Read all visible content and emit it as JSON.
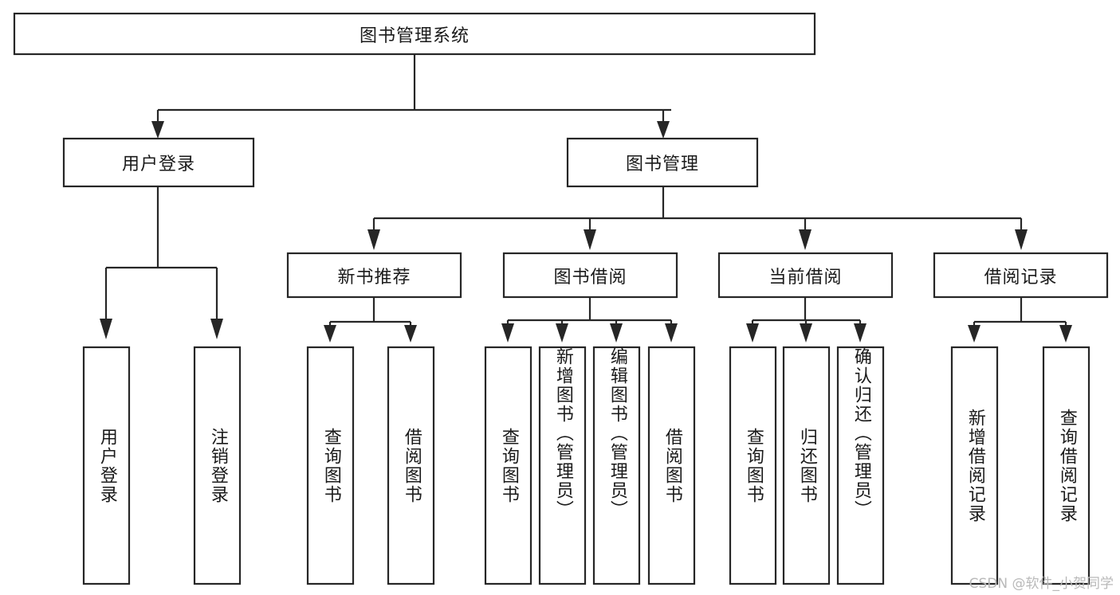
{
  "diagram": {
    "type": "tree-hierarchy",
    "title": "图书管理系统",
    "root": {
      "id": "root",
      "label": "图书管理系统"
    },
    "level1": [
      {
        "id": "user-login",
        "label": "用户登录"
      },
      {
        "id": "book-manage",
        "label": "图书管理"
      }
    ],
    "level2": [
      {
        "id": "new-book-recommend",
        "label": "新书推荐",
        "parent": "book-manage"
      },
      {
        "id": "book-borrow",
        "label": "图书借阅",
        "parent": "book-manage"
      },
      {
        "id": "current-borrow",
        "label": "当前借阅",
        "parent": "book-manage"
      },
      {
        "id": "borrow-record",
        "label": "借阅记录",
        "parent": "book-manage"
      }
    ],
    "leaves": [
      {
        "id": "leaf-user-login",
        "label": "用户登录",
        "parent": "user-login"
      },
      {
        "id": "leaf-user-logout",
        "label": "注销登录",
        "parent": "user-login"
      },
      {
        "id": "leaf-query-book-1",
        "label": "查询图书",
        "parent": "new-book-recommend"
      },
      {
        "id": "leaf-borrow-book-1",
        "label": "借阅图书",
        "parent": "new-book-recommend"
      },
      {
        "id": "leaf-query-book-2",
        "label": "查询图书",
        "parent": "book-borrow"
      },
      {
        "id": "leaf-add-book",
        "label": "新增图书（管理员）",
        "parent": "book-borrow"
      },
      {
        "id": "leaf-edit-book",
        "label": "编辑图书（管理员）",
        "parent": "book-borrow"
      },
      {
        "id": "leaf-borrow-book-2",
        "label": "借阅图书",
        "parent": "book-borrow"
      },
      {
        "id": "leaf-query-book-3",
        "label": "查询图书",
        "parent": "current-borrow"
      },
      {
        "id": "leaf-return-book",
        "label": "归还图书",
        "parent": "current-borrow"
      },
      {
        "id": "leaf-confirm-return",
        "label": "确认归还（管理员）",
        "parent": "current-borrow"
      },
      {
        "id": "leaf-add-record",
        "label": "新增借阅记录",
        "parent": "borrow-record"
      },
      {
        "id": "leaf-query-record",
        "label": "查询借阅记录",
        "parent": "borrow-record"
      }
    ],
    "colors": {
      "stroke": "#262626",
      "fill": "#ffffff",
      "text": "#1a1a1a",
      "watermark": "#b9b9b9",
      "background": "#ffffff"
    }
  },
  "watermark": {
    "text": "CSDN @软件_小贺同学"
  }
}
